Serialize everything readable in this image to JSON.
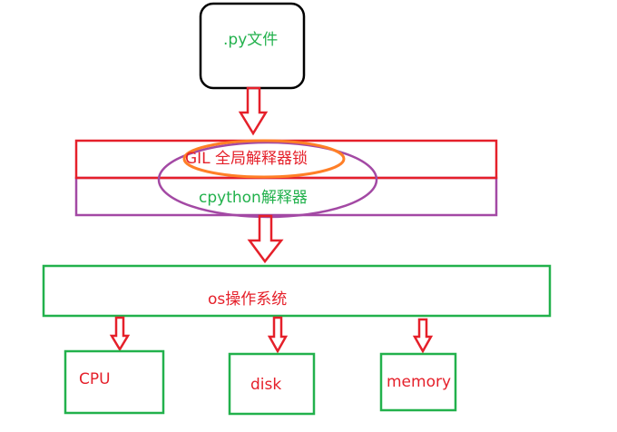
{
  "nodes": {
    "py_file": {
      "label": ".py文件"
    },
    "gil": {
      "label": "GIL 全局解释器锁"
    },
    "cpython": {
      "label": "cpython解释器"
    },
    "os": {
      "label": "os操作系统"
    },
    "cpu": {
      "label": "CPU"
    },
    "disk": {
      "label": "disk"
    },
    "memory": {
      "label": "memory"
    }
  },
  "colors": {
    "red": "#e5202a",
    "green": "#22b14c",
    "purple": "#a349a4",
    "orange": "#ff7f27",
    "black": "#000000",
    "text_green": "#22b14c",
    "text_red": "#e5202a"
  },
  "edges": [
    {
      "from": "py_file",
      "to": "gil"
    },
    {
      "from": "cpython",
      "to": "os"
    },
    {
      "from": "os",
      "to": "cpu"
    },
    {
      "from": "os",
      "to": "disk"
    },
    {
      "from": "os",
      "to": "memory"
    }
  ]
}
